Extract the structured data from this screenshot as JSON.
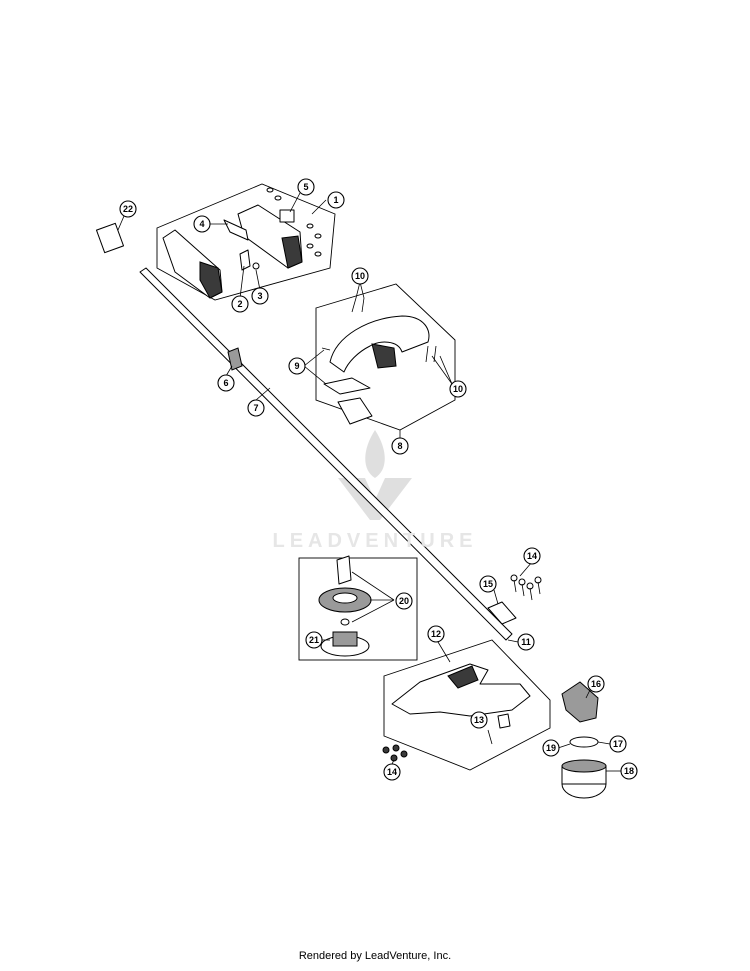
{
  "watermark": "LEADVENTURE",
  "footer": "Rendered by LeadVenture, Inc.",
  "callouts": [
    {
      "id": "c1",
      "label": "1"
    },
    {
      "id": "c2",
      "label": "2"
    },
    {
      "id": "c3",
      "label": "3"
    },
    {
      "id": "c4",
      "label": "4"
    },
    {
      "id": "c5",
      "label": "5"
    },
    {
      "id": "c6",
      "label": "6"
    },
    {
      "id": "c7",
      "label": "7"
    },
    {
      "id": "c8",
      "label": "8"
    },
    {
      "id": "c9",
      "label": "9"
    },
    {
      "id": "c10a",
      "label": "10"
    },
    {
      "id": "c10b",
      "label": "10"
    },
    {
      "id": "c11",
      "label": "11"
    },
    {
      "id": "c12",
      "label": "12"
    },
    {
      "id": "c13",
      "label": "13"
    },
    {
      "id": "c14a",
      "label": "14"
    },
    {
      "id": "c14b",
      "label": "14"
    },
    {
      "id": "c15",
      "label": "15"
    },
    {
      "id": "c16",
      "label": "16"
    },
    {
      "id": "c17",
      "label": "17"
    },
    {
      "id": "c18",
      "label": "18"
    },
    {
      "id": "c19",
      "label": "19"
    },
    {
      "id": "c20",
      "label": "20"
    },
    {
      "id": "c21",
      "label": "21"
    },
    {
      "id": "c22",
      "label": "22"
    }
  ]
}
